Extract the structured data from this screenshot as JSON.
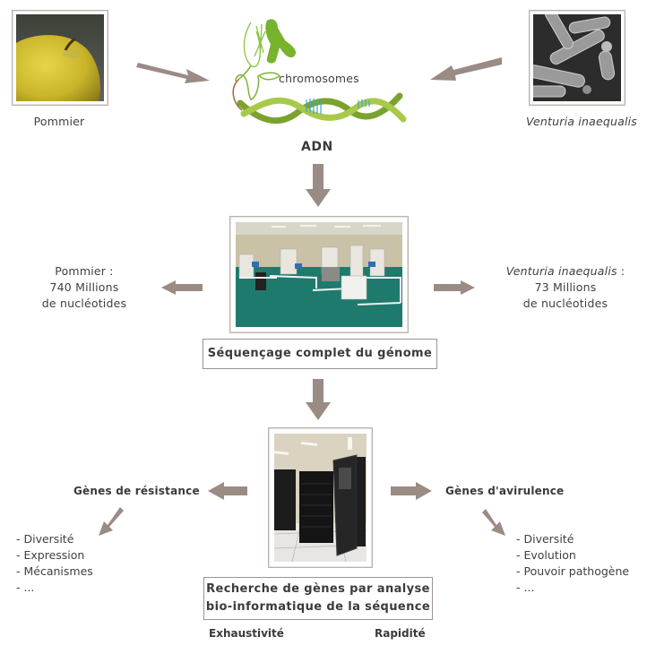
{
  "top": {
    "left_image": {
      "caption": "Pommier",
      "icon": "apple-photo"
    },
    "center_image": {
      "caption": "chromosomes",
      "icon": "dna-chromosome-illustration"
    },
    "right_image": {
      "caption": "Venturia inaequalis",
      "icon": "fungus-micrograph-photo"
    },
    "center_label": "ADN"
  },
  "sequencing": {
    "image_icon": "sequencing-lab-photo",
    "title": "Séquençage complet du génome",
    "left_stats": [
      "Pommier :",
      "740 Millions",
      "de nucléotides"
    ],
    "right_stats": {
      "species": "Venturia inaequalis",
      "suffix": " :",
      "lines": [
        "73 Millions",
        "de nucléotides"
      ]
    }
  },
  "analysis": {
    "image_icon": "server-rack-photo",
    "title_lines": [
      "Recherche de gènes par analyse",
      "bio-informatique de la séquence"
    ],
    "left_heading": "Gènes de résistance",
    "left_items": [
      "- Diversité",
      "- Expression",
      "- Mécanismes",
      "- ..."
    ],
    "right_heading": "Gènes d'avirulence",
    "right_items": [
      "- Diversité",
      "- Evolution",
      "- Pouvoir pathogène",
      "- ..."
    ],
    "footer_left": "Exhaustivité",
    "footer_right": "Rapidité"
  },
  "colors": {
    "arrow": "#9b8b85",
    "box_border": "#9a9391",
    "text": "#404040"
  }
}
